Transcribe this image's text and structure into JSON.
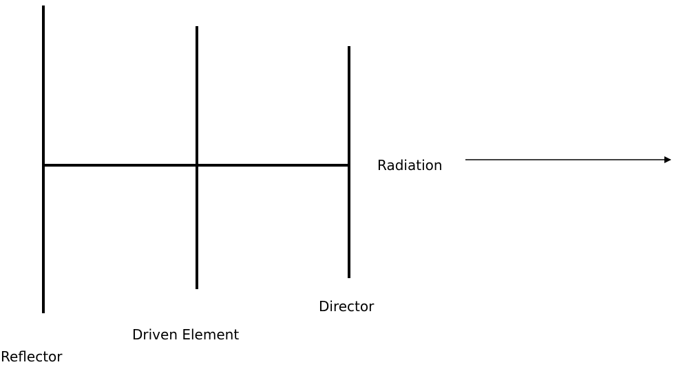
{
  "diagram": {
    "labels": {
      "reflector": "Reflector",
      "driven_element": "Driven Element",
      "director": "Director",
      "radiation": "Radiation"
    },
    "colors": {
      "line": "#000000",
      "background": "#ffffff"
    }
  }
}
